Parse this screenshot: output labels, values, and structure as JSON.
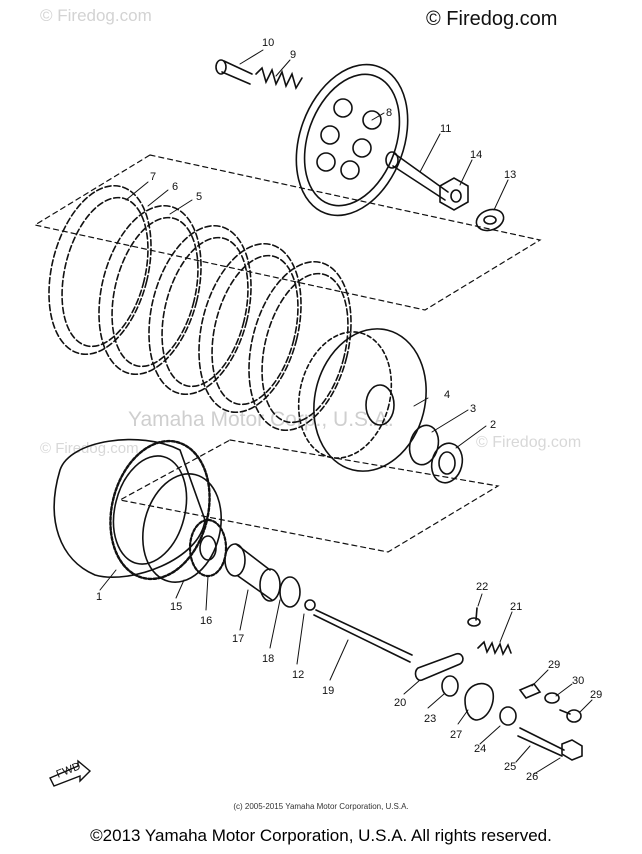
{
  "watermarks": {
    "top_left": "© Firedog.com",
    "top_right": "© Firedog.com",
    "middle": "Yamaha Motor Corp., U.S.A.",
    "mid_left": "© Firedog.com",
    "mid_right": "© Firedog.com"
  },
  "copyright_small": "(c) 2005-2015 Yamaha Motor Corporation, U.S.A.",
  "copyright_main": "©2013 Yamaha Motor Corporation, U.S.A. All rights reserved.",
  "fwd_label": "FWD",
  "callouts": {
    "c1": "1",
    "c2": "2",
    "c3": "3",
    "c4": "4",
    "c5": "5",
    "c6": "6",
    "c7": "7",
    "c8": "8",
    "c9": "9",
    "c10": "10",
    "c11": "11",
    "c12": "12",
    "c13": "13",
    "c14": "14",
    "c15": "15",
    "c16": "16",
    "c17": "17",
    "c18": "18",
    "c19": "19",
    "c20": "20",
    "c21": "21",
    "c22": "22",
    "c23": "23",
    "c24": "24",
    "c25": "25",
    "c26": "26",
    "c27": "27",
    "c29a": "29",
    "c29b": "29",
    "c30": "30"
  }
}
